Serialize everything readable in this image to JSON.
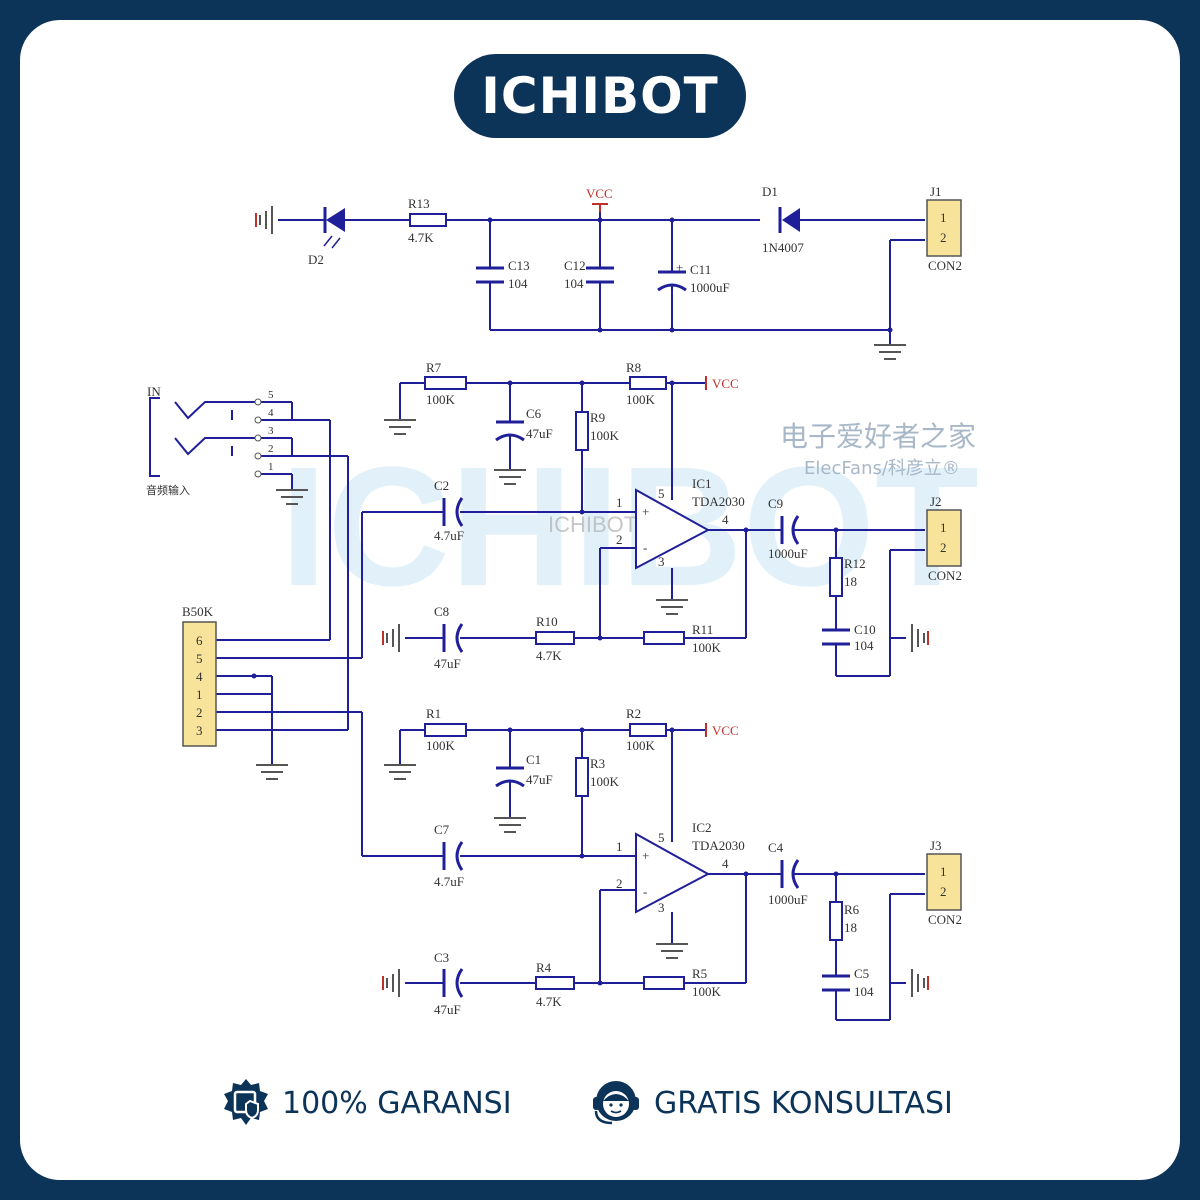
{
  "brand": {
    "name": "ICHIBOT"
  },
  "watermark": {
    "big": "ICHIBOT",
    "small": "ICHIBOT",
    "cn": "电子爱好者之家",
    "en": "ElecFans/科彦立®"
  },
  "footer": {
    "warranty": "100% GARANSI",
    "consult": "GRATIS KONSULTASI"
  },
  "colors": {
    "navy": "#0c3358",
    "wire": "#1f1f9a",
    "red": "#c0302a",
    "label": "#333333",
    "connector": "#f7e49a"
  },
  "schematic": {
    "power": {
      "vcc": "VCC",
      "d2": "D2",
      "r13": "R13",
      "r13_val": "4.7K",
      "c13": "C13",
      "c13_val": "104",
      "c12": "C12",
      "c12_val": "104",
      "c11": "C11",
      "c11_val": "1000uF",
      "d1": "D1",
      "d1_val": "1N4007",
      "j1": "J1",
      "j1_type": "CON2",
      "pin1": "1",
      "pin2": "2"
    },
    "input": {
      "jack": "IN",
      "jack_cn": "音频输入",
      "pins": [
        "5",
        "4",
        "3",
        "2",
        "1"
      ],
      "pot": "B50K",
      "pot_pins": [
        "6",
        "5",
        "4",
        "1",
        "2",
        "3"
      ]
    },
    "ch1": {
      "r7": "R7",
      "r7_val": "100K",
      "r8": "R8",
      "r8_val": "100K",
      "vcc": "VCC",
      "c6": "C6",
      "c6_val": "47uF",
      "r9": "R9",
      "r9_val": "100K",
      "c2": "C2",
      "c2_val": "4.7uF",
      "ic": "IC1",
      "ic_val": "TDA2030",
      "c9": "C9",
      "c9_val": "1000uF",
      "r12": "R12",
      "r12_val": "18",
      "c10": "C10",
      "c10_val": "104",
      "j": "J2",
      "j_type": "CON2",
      "c8": "C8",
      "c8_val": "47uF",
      "r10": "R10",
      "r10_val": "4.7K",
      "r11": "R11",
      "r11_val": "100K"
    },
    "ch2": {
      "r1": "R1",
      "r1_val": "100K",
      "r2": "R2",
      "r2_val": "100K",
      "vcc": "VCC",
      "c1": "C1",
      "c1_val": "47uF",
      "r3": "R3",
      "r3_val": "100K",
      "c7": "C7",
      "c7_val": "4.7uF",
      "ic": "IC2",
      "ic_val": "TDA2030",
      "c4": "C4",
      "c4_val": "1000uF",
      "r6": "R6",
      "r6_val": "18",
      "c5": "C5",
      "c5_val": "104",
      "j": "J3",
      "j_type": "CON2",
      "c3": "C3",
      "c3_val": "47uF",
      "r4": "R4",
      "r4_val": "4.7K",
      "r5": "R5",
      "r5_val": "100K"
    },
    "opamp_pins": {
      "p1": "1",
      "p2": "2",
      "p3": "3",
      "p4": "4",
      "p5": "5",
      "plus": "+",
      "minus": "-"
    }
  }
}
